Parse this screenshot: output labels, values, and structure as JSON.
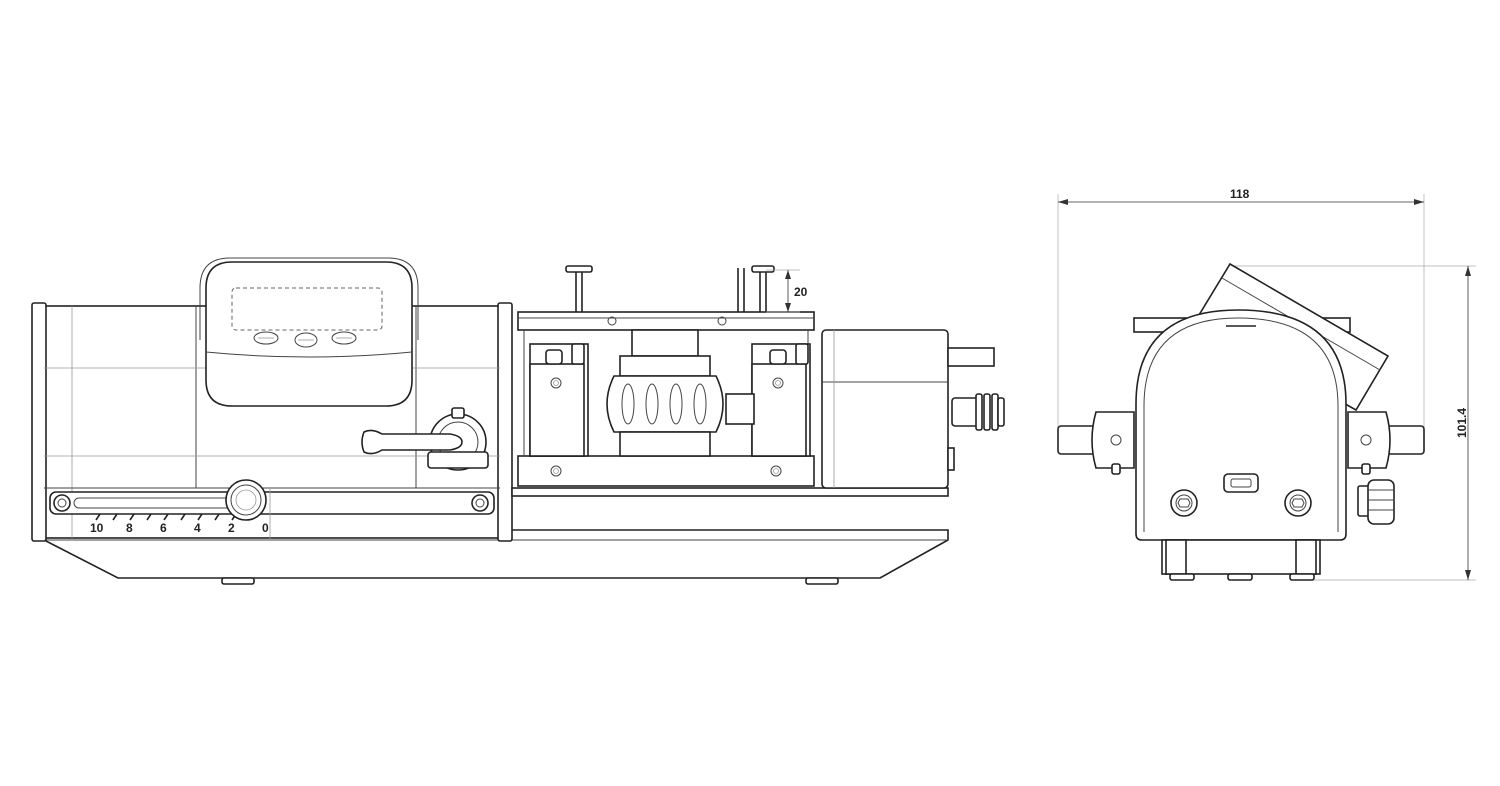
{
  "side_view": {
    "scale_ticks": [
      "10",
      "8",
      "6",
      "4",
      "2",
      "0"
    ],
    "dimension_height": "20"
  },
  "end_view": {
    "dimension_width": "118",
    "dimension_height": "101.4"
  }
}
